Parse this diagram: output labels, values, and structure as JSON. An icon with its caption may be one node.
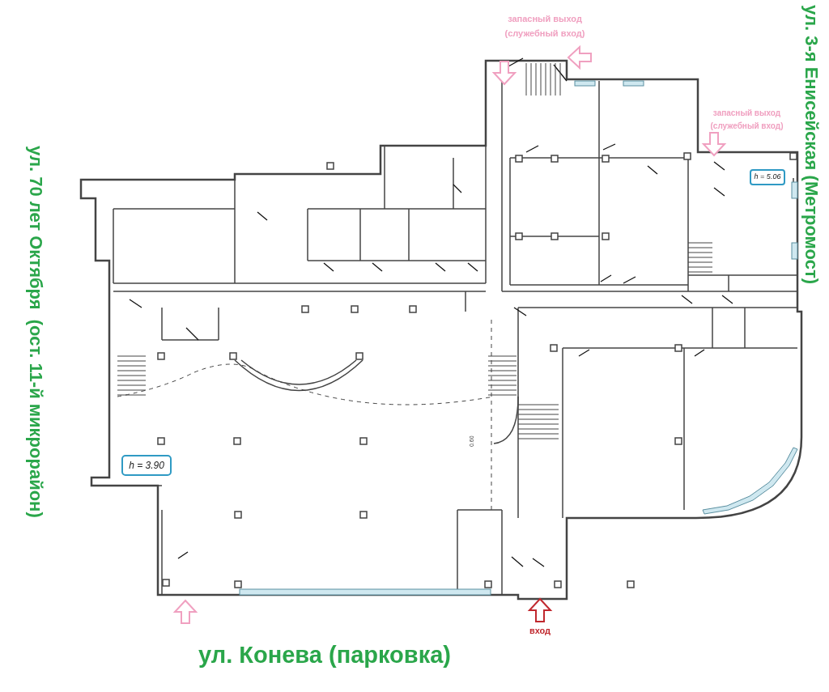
{
  "diagram": {
    "nodes": [
      {
        "text": [
          "h = 3.90"
        ]
      },
      {
        "text": [
          "h = 5.06"
        ]
      }
    ],
    "labels": [
      "запасный выход (служебный вход)",
      "ул. 3-я Енисейская (Метромост)",
      "запасный выход (служебный вход)",
      "ул. 70 лет Октября  (ост. 11-й микрорайон)",
      "0.60",
      "вход",
      "ул. Конева (парковка)"
    ]
  }
}
